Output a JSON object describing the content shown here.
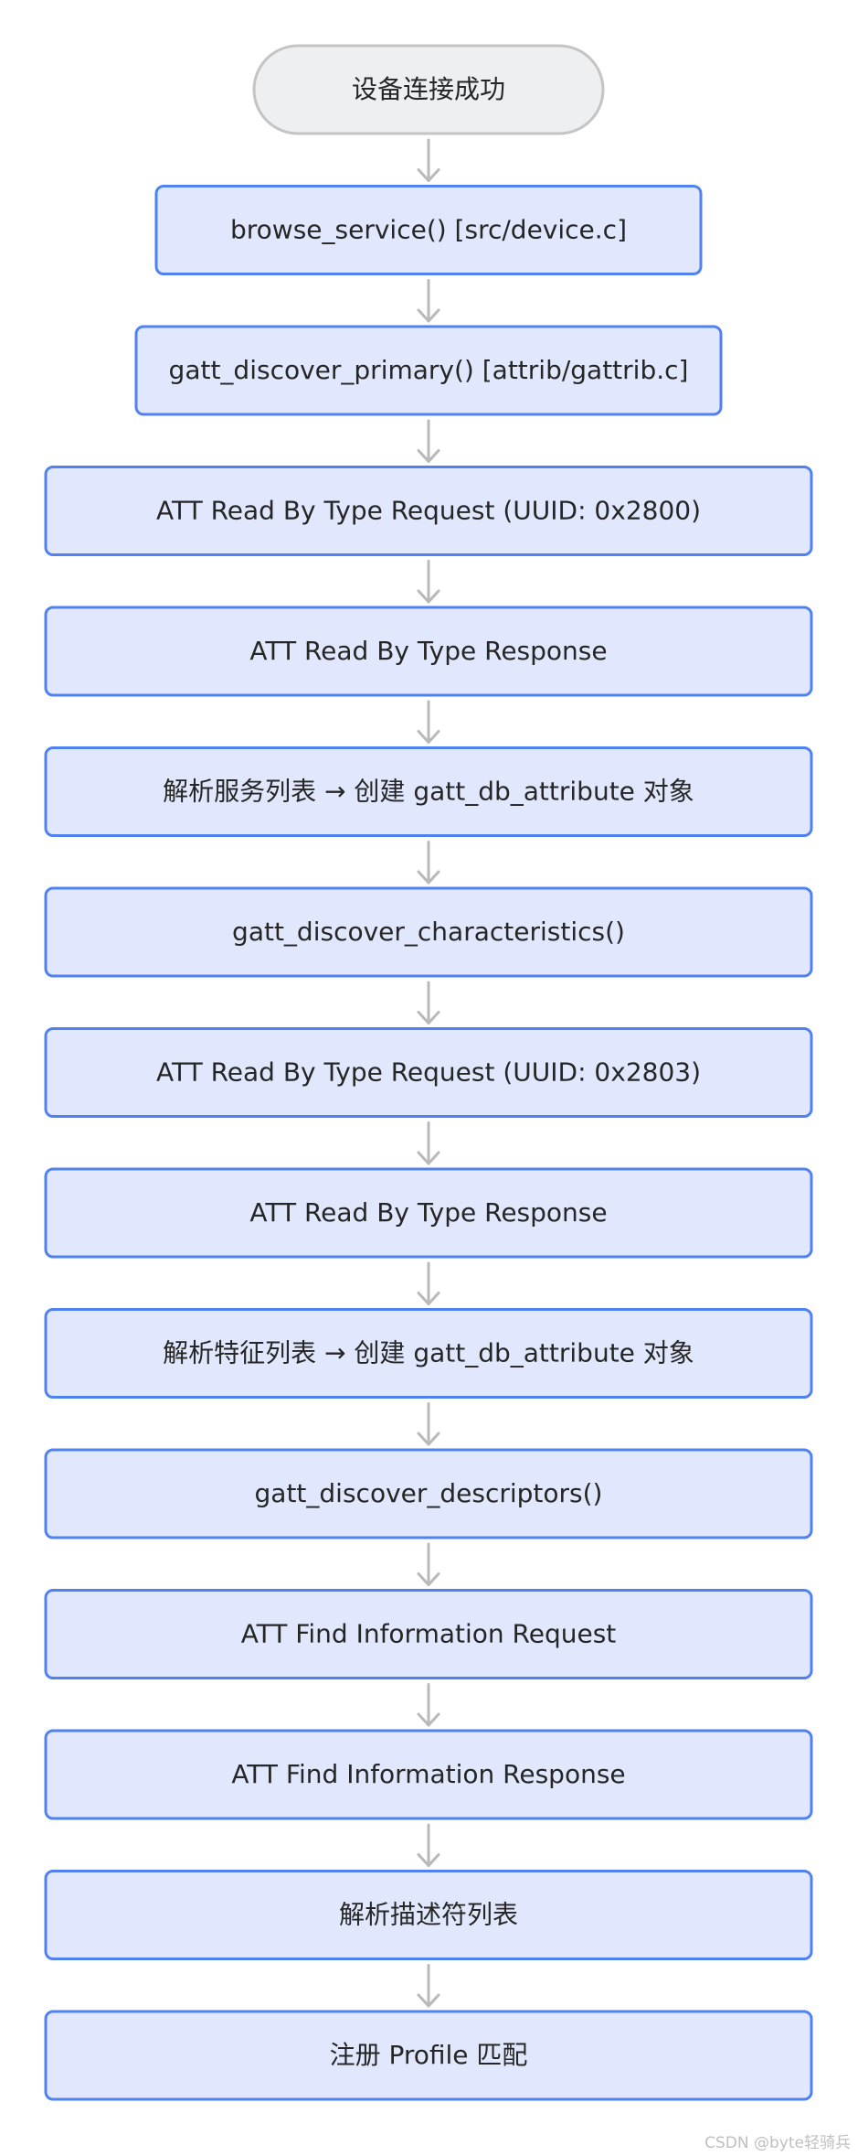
{
  "flowchart": {
    "nodes": [
      {
        "id": "start",
        "label": "设备连接成功"
      },
      {
        "id": "browse_service",
        "label": "browse_service() [src/device.c]"
      },
      {
        "id": "gatt_discover_primary",
        "label": "gatt_discover_primary() [attrib/gattrib.c]"
      },
      {
        "id": "read_by_type_req_2800",
        "label": "ATT Read By Type Request (UUID: 0x2800)"
      },
      {
        "id": "read_by_type_rsp_1",
        "label": "ATT Read By Type Response"
      },
      {
        "id": "parse_services",
        "label": "解析服务列表 → 创建 gatt_db_attribute 对象"
      },
      {
        "id": "gatt_discover_characteristics",
        "label": "gatt_discover_characteristics()"
      },
      {
        "id": "read_by_type_req_2803",
        "label": "ATT Read By Type Request (UUID: 0x2803)"
      },
      {
        "id": "read_by_type_rsp_2",
        "label": "ATT Read By Type Response"
      },
      {
        "id": "parse_characteristics",
        "label": "解析特征列表 → 创建 gatt_db_attribute 对象"
      },
      {
        "id": "gatt_discover_descriptors",
        "label": "gatt_discover_descriptors()"
      },
      {
        "id": "find_info_req",
        "label": "ATT Find Information Request"
      },
      {
        "id": "find_info_rsp",
        "label": "ATT Find Information Response"
      },
      {
        "id": "parse_descriptors",
        "label": "解析描述符列表"
      },
      {
        "id": "register_profile",
        "label": "注册 Profile 匹配"
      }
    ],
    "edges": [
      [
        "start",
        "browse_service"
      ],
      [
        "browse_service",
        "gatt_discover_primary"
      ],
      [
        "gatt_discover_primary",
        "read_by_type_req_2800"
      ],
      [
        "read_by_type_req_2800",
        "read_by_type_rsp_1"
      ],
      [
        "read_by_type_rsp_1",
        "parse_services"
      ],
      [
        "parse_services",
        "gatt_discover_characteristics"
      ],
      [
        "gatt_discover_characteristics",
        "read_by_type_req_2803"
      ],
      [
        "read_by_type_req_2803",
        "read_by_type_rsp_2"
      ],
      [
        "read_by_type_rsp_2",
        "parse_characteristics"
      ],
      [
        "parse_characteristics",
        "gatt_discover_descriptors"
      ],
      [
        "gatt_discover_descriptors",
        "find_info_req"
      ],
      [
        "find_info_req",
        "find_info_rsp"
      ],
      [
        "find_info_rsp",
        "parse_descriptors"
      ],
      [
        "parse_descriptors",
        "register_profile"
      ]
    ]
  },
  "colors": {
    "node_fill": "#e1e8fd",
    "node_border": "#4f82f0",
    "start_fill": "#eeeff1",
    "start_border": "#c4c4c4",
    "arrow": "#b9b9b9",
    "text": "#262626"
  },
  "watermark": "CSDN @byte轻骑兵"
}
